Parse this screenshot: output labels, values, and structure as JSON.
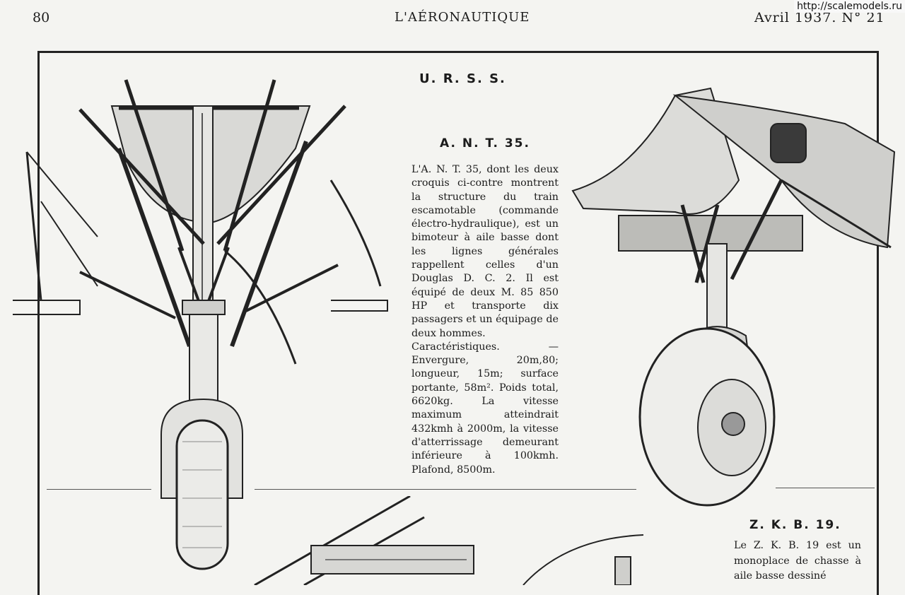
{
  "header": {
    "page_number": "80",
    "journal": "L'AÉRONAUTIQUE",
    "issue": "Avril 1937. N° 21"
  },
  "watermark": "http://scalemodels.ru",
  "section_title": "U. R. S. S.",
  "ant35": {
    "heading": "A. N. T. 35.",
    "paragraph": "L'A. N. T. 35, dont les deux croquis ci-contre montrent la structure du train escamotable (commande électro-hydraulique), est un bimoteur à aile basse dont les lignes générales rappellent celles d'un Douglas D. C. 2. Il est équipé de deux M. 85 850 HP et transporte dix passagers et un équipage de deux hommes.",
    "characteristics": "Caractéristiques. — Envergure, 20m,80; longueur, 15m; surface portante, 58m². Poids total, 6620kg. La vitesse maximum atteindrait 432kmh à 2000m, la vitesse d'atterrissage demeurant inférieure à 100kmh. Plafond, 8500m."
  },
  "zkb19": {
    "heading": "Z. K. B. 19.",
    "paragraph": "Le Z. K. B. 19 est un monoplace de chasse à aile basse dessiné"
  }
}
